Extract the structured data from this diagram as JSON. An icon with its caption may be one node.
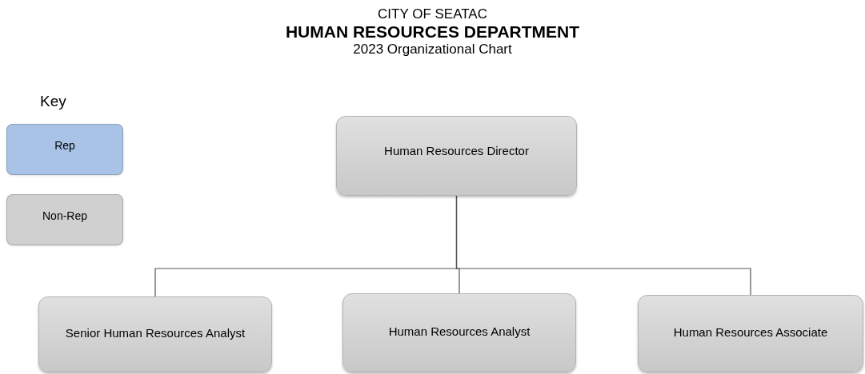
{
  "diagram": {
    "title": "HUMAN RESOURCES DEPARTMENT",
    "nodes": [
      {
        "text": [
          "Human Resources Director"
        ]
      },
      {
        "text": [
          "Senior Human Resources Analyst"
        ]
      },
      {
        "text": [
          "Human Resources Analyst"
        ]
      },
      {
        "text": [
          "Human Resources Associate"
        ]
      }
    ],
    "edges": [
      {
        "from": 0,
        "to": 1,
        "arrow": "none"
      },
      {
        "from": 0,
        "to": 2,
        "arrow": "none"
      },
      {
        "from": 0,
        "to": 3,
        "arrow": "none"
      }
    ],
    "labels": [
      "CITY OF SEATAC",
      "2023 Organizational Chart",
      "Key"
    ],
    "legend": [
      {
        "text": "Rep",
        "color": "#a8c3e6"
      },
      {
        "text": "Non-Rep",
        "color": "#d0d0d0"
      }
    ]
  }
}
